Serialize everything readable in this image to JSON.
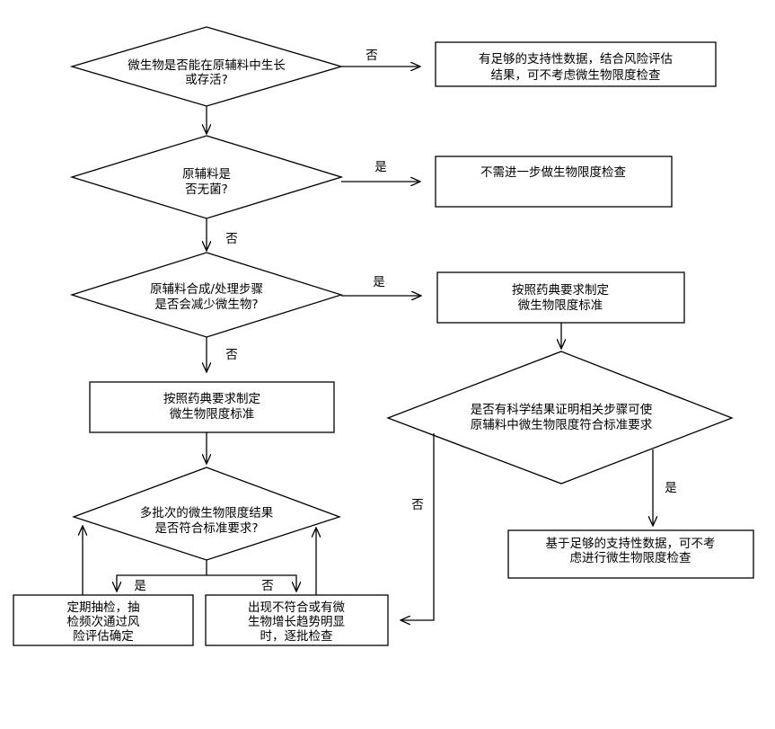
{
  "nodes": {
    "d1": [
      "微生物是否能在原辅料中生长",
      "或存活?"
    ],
    "r1": [
      "有足够的支持性数据，结合风险评估",
      "结果，可不考虑微生物限度检查"
    ],
    "d2": [
      "原辅料是",
      "否无菌?"
    ],
    "r2": [
      "不需进一步做生物限度检查"
    ],
    "d3": [
      "原辅料合成/处理步骤",
      "是否会减少微生物?"
    ],
    "r3": [
      "按照药典要求制定",
      "微生物限度标准"
    ],
    "b1": [
      "按照药典要求制定",
      "微生物限度标准"
    ],
    "d4": [
      "是否有科学结果证明相关步骤可使",
      "原辅料中微生物限度符合标准要求"
    ],
    "r4": [
      "基于足够的支持性数据，可不考",
      "虑进行微生物限度检查"
    ],
    "d5": [
      "多批次的微生物限度结果",
      "是否符合标准要求?"
    ],
    "b2": [
      "定期抽检，抽",
      "检频次通过风",
      "险评估确定"
    ],
    "b3": [
      "出现不符合或有微",
      "生物增长趋势明显",
      "时，逐批检查"
    ]
  },
  "labels": {
    "d1_no": "否",
    "d2_yes": "是",
    "d2_no": "否",
    "d3_yes": "是",
    "d3_no": "否",
    "d4_yes": "是",
    "d4_no": "否",
    "d5_yes": "是",
    "d5_no": "否"
  }
}
